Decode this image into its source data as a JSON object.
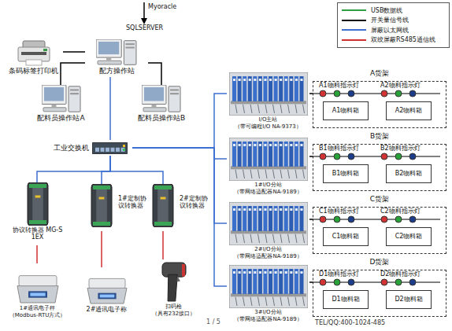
{
  "diagram": {
    "nodes": [
      {
        "text": [
          "条码标签打印机"
        ]
      },
      {
        "text": [
          "配方操作站"
        ]
      },
      {
        "text": [
          "配料员操作站A"
        ]
      },
      {
        "text": [
          "配料员操作站B"
        ]
      },
      {
        "text": [
          "工业交换机"
        ]
      },
      {
        "text": [
          "协议转换器 MG-S1EX"
        ]
      },
      {
        "text": [
          "1#定制协议转换器"
        ]
      },
      {
        "text": [
          "2#定制协议转换器"
        ]
      },
      {
        "text": [
          "I/O主站",
          "（带可编程I/O NA-9373）"
        ]
      },
      {
        "text": [
          "1#I/O分站",
          "（带网络适配器NA-9189）"
        ]
      },
      {
        "text": [
          "2#I/O分站",
          "（带网络适配器NA-9189）"
        ]
      },
      {
        "text": [
          "3#I/O分站",
          "（带网络适配器NA-9189）"
        ]
      },
      {
        "text": [
          "A货架"
        ]
      },
      {
        "text": [
          "A1物料箱"
        ],
        "in": 12
      },
      {
        "text": [
          "A2物料箱"
        ],
        "in": 12
      },
      {
        "text": [
          "B货架"
        ]
      },
      {
        "text": [
          "B1物料箱"
        ],
        "in": 15
      },
      {
        "text": [
          "B2物料箱"
        ],
        "in": 15
      },
      {
        "text": [
          "C货架"
        ]
      },
      {
        "text": [
          "C1物料箱"
        ],
        "in": 18
      },
      {
        "text": [
          "C2物料箱"
        ],
        "in": 18
      },
      {
        "text": [
          "D货架"
        ]
      },
      {
        "text": [
          "D1物料箱"
        ],
        "in": 21
      },
      {
        "text": [
          "D2物料箱"
        ],
        "in": 21
      },
      {
        "text": [
          "1#通讯电子秤",
          "（Modbus-RTU方式）"
        ]
      },
      {
        "text": [
          "2#通讯电子称"
        ]
      },
      {
        "text": [
          "扫码枪",
          "（具有232接口）"
        ]
      }
    ],
    "edges": [
      {
        "from": 0,
        "to": 1,
        "arrow": "none"
      },
      {
        "from": 1,
        "to": 2,
        "arrow": "none"
      },
      {
        "from": 1,
        "to": 3,
        "arrow": "none"
      },
      {
        "from": 1,
        "to": 4,
        "arrow": "none"
      },
      {
        "from": 4,
        "to": 5,
        "arrow": "none"
      },
      {
        "from": 4,
        "to": 6,
        "arrow": "none"
      },
      {
        "from": 4,
        "to": 7,
        "arrow": "none"
      },
      {
        "from": 4,
        "to": 8,
        "arrow": "none"
      },
      {
        "from": 4,
        "to": 9,
        "arrow": "none"
      },
      {
        "from": 4,
        "to": 10,
        "arrow": "none"
      },
      {
        "from": 4,
        "to": 11,
        "arrow": "none"
      },
      {
        "from": 5,
        "to": 24,
        "arrow": "none"
      },
      {
        "from": 6,
        "to": 25,
        "arrow": "none"
      },
      {
        "from": 7,
        "to": 26,
        "arrow": "none"
      },
      {
        "from": 8,
        "to": 12,
        "arrow": "none"
      },
      {
        "from": 9,
        "to": 15,
        "arrow": "none"
      },
      {
        "from": 10,
        "to": 18,
        "arrow": "none"
      },
      {
        "from": 11,
        "to": 21,
        "arrow": "none"
      }
    ],
    "labels": [
      "Myoracle",
      "SQLSERVER",
      "A1物料指示灯",
      "A2物料指示灯",
      "B1物料指示灯",
      "B2物料指示灯",
      "C1物料指示灯",
      "C2物料指示灯",
      "D1物料指示灯",
      "D2物料指示灯",
      "1 / 5",
      "TEL/QQ:400-1024-485"
    ],
    "legend": [
      {
        "text": "USB数据线"
      },
      {
        "text": "开关量信号线"
      },
      {
        "text": "屏蔽以太网线"
      },
      {
        "text": "双绞屏蔽RS485通信线"
      }
    ]
  }
}
